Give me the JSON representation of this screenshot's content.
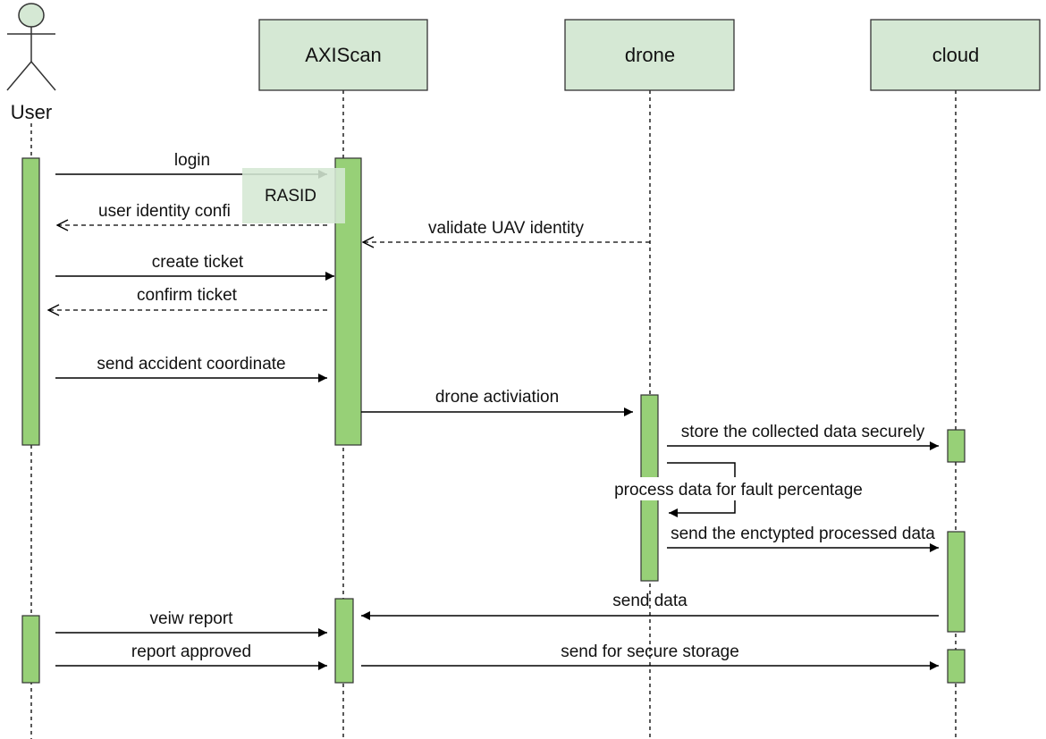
{
  "participants": [
    {
      "id": "user",
      "label": "User",
      "kind": "actor"
    },
    {
      "id": "axiscan",
      "label": "AXIScan",
      "kind": "box"
    },
    {
      "id": "drone",
      "label": "drone",
      "kind": "box"
    },
    {
      "id": "cloud",
      "label": "cloud",
      "kind": "box"
    }
  ],
  "messages": [
    {
      "id": "login",
      "text": "login"
    },
    {
      "id": "identity",
      "text": "user identity confi"
    },
    {
      "id": "validate",
      "text": "validate UAV identity"
    },
    {
      "id": "create",
      "text": "create ticket"
    },
    {
      "id": "confirm",
      "text": "confirm ticket"
    },
    {
      "id": "coord",
      "text": "send accident coordinate"
    },
    {
      "id": "activate",
      "text": "drone activiation"
    },
    {
      "id": "store",
      "text": "store the collected data securely"
    },
    {
      "id": "process",
      "text": "process data for fault percentage"
    },
    {
      "id": "encrypted",
      "text": "send the enctypted processed data"
    },
    {
      "id": "senddata",
      "text": "send data"
    },
    {
      "id": "view",
      "text": "veiw report"
    },
    {
      "id": "approved",
      "text": "report approved"
    },
    {
      "id": "secure",
      "text": "send for secure storage"
    }
  ],
  "note": {
    "text": "RASID"
  },
  "colors": {
    "header_fill": "#d5e8d4",
    "header_stroke": "#333333",
    "activation_fill": "#97d077",
    "line": "#000000"
  }
}
